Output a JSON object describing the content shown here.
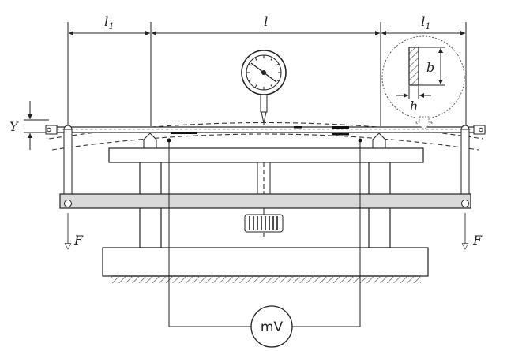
{
  "labels": {
    "l1_left": "l",
    "l1_left_sub": "1",
    "l_center": "l",
    "l1_right": "l",
    "l1_right_sub": "1",
    "deflection": "Y",
    "force_left": "F",
    "force_right": "F",
    "width": "b",
    "height": "h",
    "meter": "mV"
  }
}
